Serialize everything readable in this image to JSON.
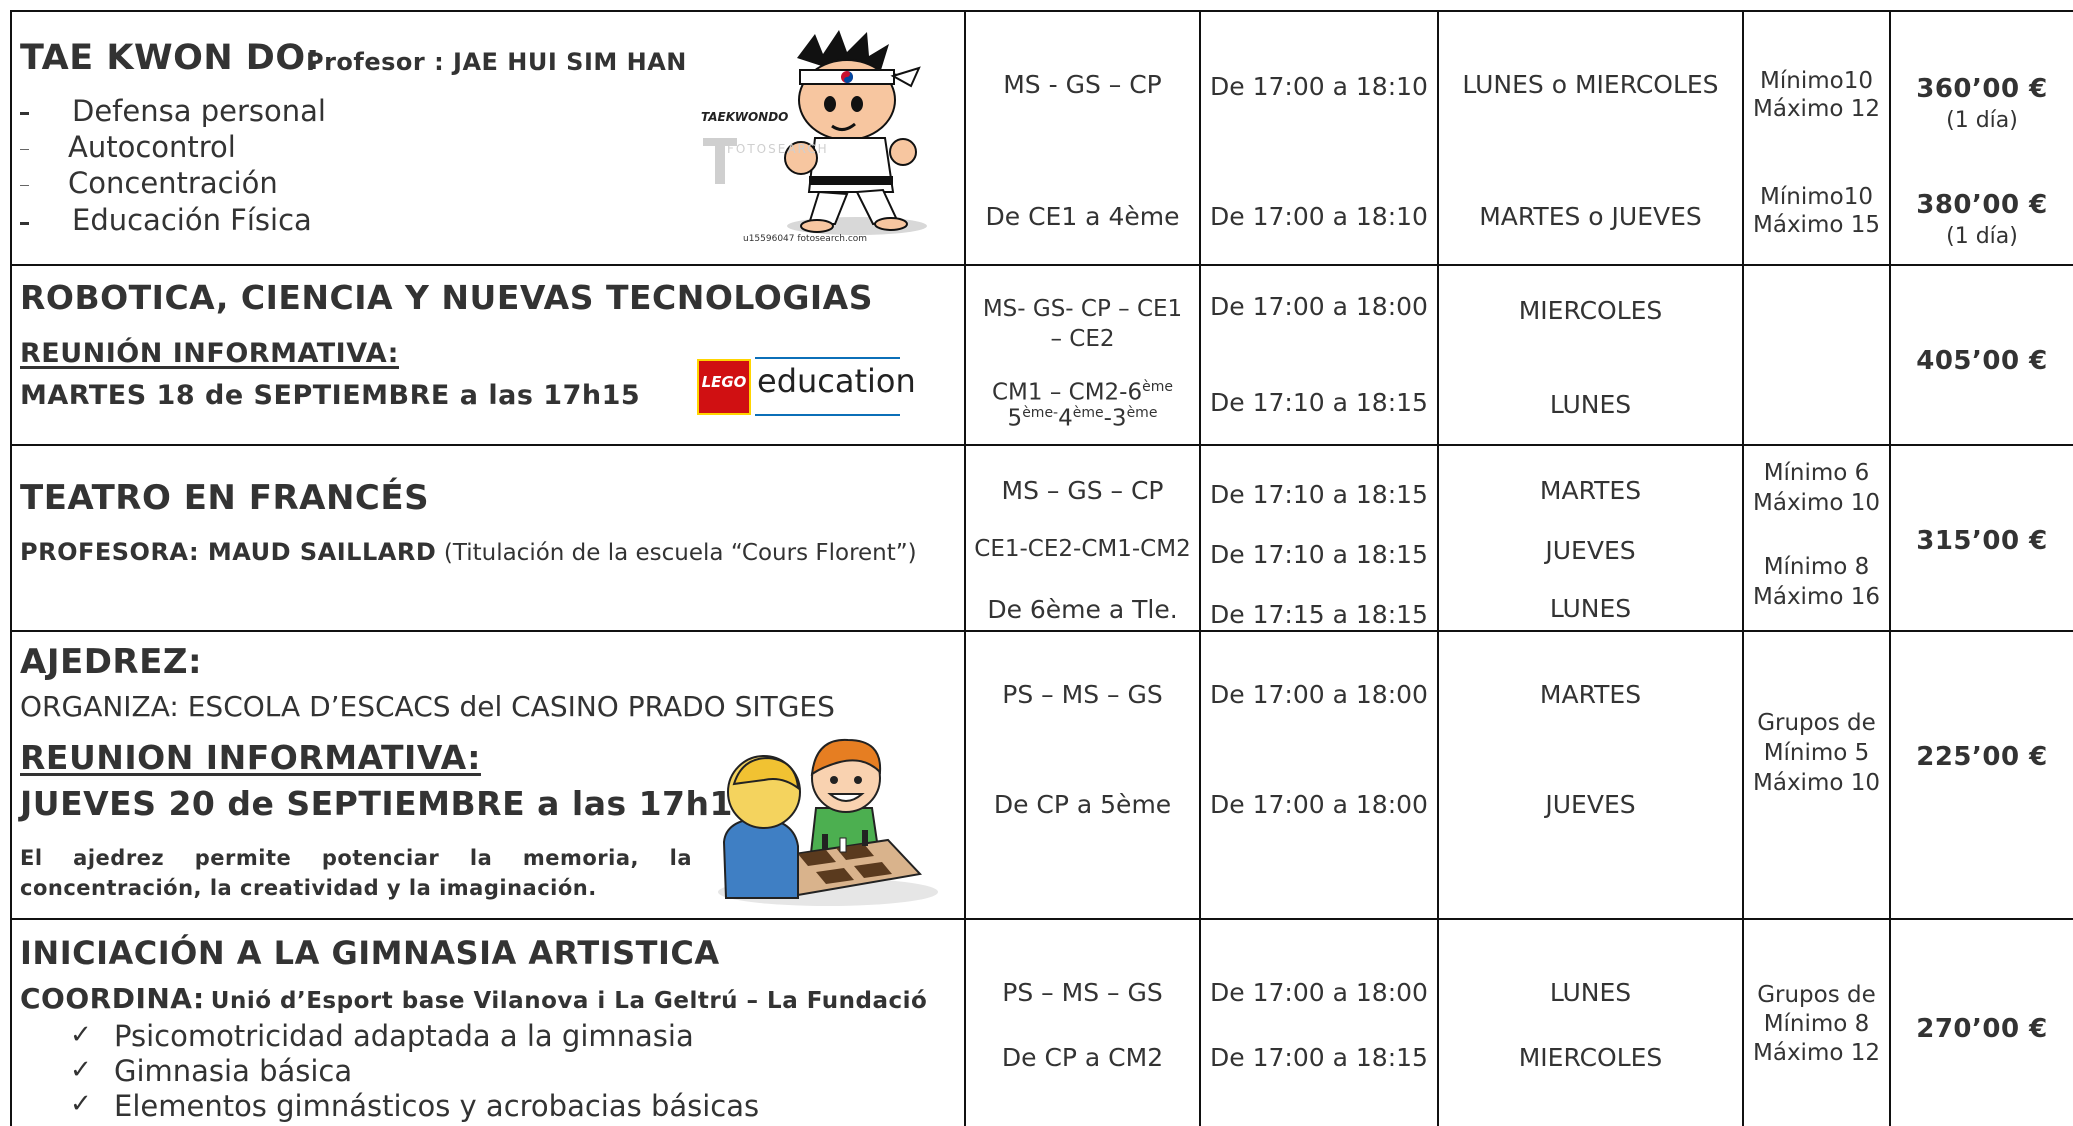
{
  "rows": [
    {
      "title": "TAE KWON DO:",
      "teacher": "Profesor : JAE HUI SIM HAN",
      "bullets": [
        "Defensa personal",
        "Autocontrol",
        "Concentración",
        "Educación  Física"
      ],
      "image": {
        "icon": "taekwondo-cartoon",
        "label": "TAEKWONDO",
        "watermark": "FOTOSEARCH",
        "caption": "u15596047 fotosearch.com"
      },
      "sessions": [
        {
          "levels": "MS - GS – CP",
          "hours": "De 17:00 a 18:10",
          "days": "LUNES o MIERCOLES",
          "capacity": [
            "Mínimo10",
            "Máximo 12"
          ],
          "price": "360’00 €",
          "price_note": "(1 día)"
        },
        {
          "levels": "De CE1 a 4ème",
          "hours": "De 17:00 a 18:10",
          "days": "MARTES o JUEVES",
          "capacity": [
            "Mínimo10",
            "Máximo 15"
          ],
          "price": "380’00 €",
          "price_note": "(1 día)"
        }
      ]
    },
    {
      "title": "ROBOTICA, CIENCIA Y NUEVAS  TECNOLOGIAS",
      "meeting_label": "REUNIÓN INFORMATIVA:",
      "meeting_date": "MARTES 18 de SEPTIEMBRE a las 17h15",
      "logo": {
        "brand": "LEGO",
        "text": "education"
      },
      "sessions": [
        {
          "levels": [
            "MS- GS- CP – CE1",
            "– CE2"
          ],
          "hours": "De 17:00 a 18:00",
          "days": "MIERCOLES"
        },
        {
          "levels_parts": [
            "CM1 – CM2-6",
            "ème",
            "5",
            "ème-",
            "4",
            "ème",
            "-3",
            "ème"
          ],
          "hours": "De 17:10 a 18:15",
          "days": "LUNES"
        }
      ],
      "price": "405’00 €"
    },
    {
      "title": "TEATRO EN FRANCÉS",
      "teacher_label": "PROFESORA: MAUD SAILLARD",
      "teacher_note": "(Titulación de la escuela “Cours Florent”)",
      "sessions": [
        {
          "levels": "MS – GS – CP",
          "hours": "De 17:10 a 18:15",
          "days": "MARTES"
        },
        {
          "levels": "CE1-CE2-CM1-CM2",
          "hours": "De 17:10 a 18:15",
          "days": "JUEVES"
        },
        {
          "levels": "De 6ème a Tle.",
          "hours": "De 17:15 a 18:15",
          "days": "LUNES"
        }
      ],
      "capacity": [
        [
          "Mínimo 6",
          "Máximo 10"
        ],
        [
          "Mínimo 8",
          "Máximo 16"
        ]
      ],
      "price": "315’00 €"
    },
    {
      "title": "AJEDREZ:",
      "organizer": "ORGANIZA: ESCOLA D’ESCACS del CASINO PRADO SITGES",
      "meeting_label": "REUNION INFORMATIVA:",
      "meeting_date": "JUEVES 20 de SEPTIEMBRE a las 17h15",
      "description": [
        "El ajedrez permite potenciar la memoria, la",
        "concentración, la creatividad y la imaginación."
      ],
      "image": {
        "icon": "chess-kids-cartoon"
      },
      "sessions": [
        {
          "levels": "PS – MS – GS",
          "hours": "De 17:00 a 18:00",
          "days": "MARTES"
        },
        {
          "levels": "De CP a 5ème",
          "hours": "De 17:00 a 18:00",
          "days": "JUEVES"
        }
      ],
      "capacity": [
        "Grupos de",
        "Mínimo 5",
        "Máximo 10"
      ],
      "price": "225’00 €"
    },
    {
      "title": "INICIACIÓN A LA GIMNASIA ARTISTICA",
      "coord_label": "COORDINA:",
      "coord_value": "Unió d’Esport base Vilanova i La Geltrú – La Fundació",
      "bullets": [
        "Psicomotricidad adaptada a la gimnasia",
        "Gimnasia básica",
        "Elementos gimnásticos y acrobacias básicas"
      ],
      "check_glyph": "✓",
      "sessions": [
        {
          "levels": "PS – MS – GS",
          "hours": "De 17:00 a 18:00",
          "days": "LUNES"
        },
        {
          "levels": "De CP a CM2",
          "hours": "De 17:00 a 18:15",
          "days": "MIERCOLES"
        }
      ],
      "capacity": [
        "Grupos de",
        "Mínimo 8",
        "Máximo 12"
      ],
      "price": "270’00 €"
    }
  ],
  "colors": {
    "border": "#111111",
    "text": "#333333",
    "lego_red": "#d01012",
    "lego_yellow": "#ffd500",
    "edu_blue": "#0b6fb8"
  }
}
